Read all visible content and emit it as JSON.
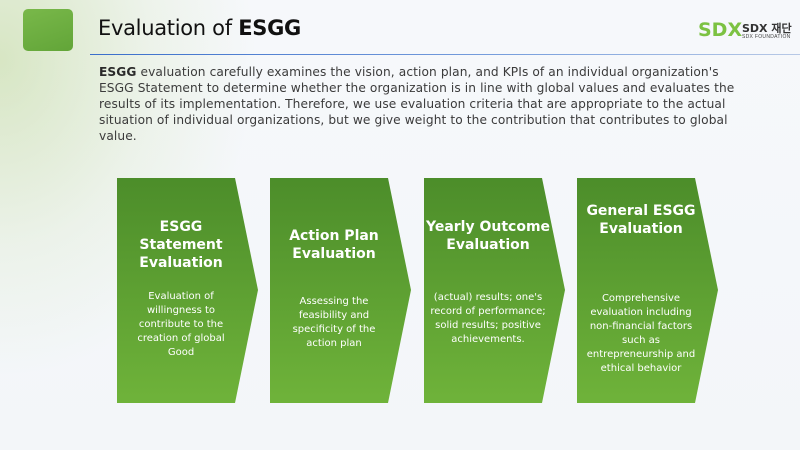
{
  "header": {
    "title_prefix": "Evaluation of",
    "title_bold": "ESGG",
    "brand_mark": "SDX",
    "brand_name": "SDX 재단",
    "brand_sub": "SDX FOUNDATION"
  },
  "intro": {
    "lead": "ESGG",
    "text": " evaluation carefully examines the vision, action plan, and KPIs of an individual organization's ESGG Statement to determine whether the organization is in line with global values and evaluates the results of its implementation.  Therefore, we use evaluation criteria that are appropriate to the actual situation of individual organizations, but we give weight to the contribution that contributes to global value."
  },
  "colors": {
    "card_top": "#4c8d2a",
    "card_bottom": "#6fb33a",
    "accent": "#7cc242"
  },
  "cards": [
    {
      "title": "ESGG Statement Evaluation",
      "desc": "Evaluation of willingness to contribute to the creation of global Good"
    },
    {
      "title": "Action Plan Evaluation",
      "desc": "Assessing the feasibility and specificity of the action plan"
    },
    {
      "title": "Yearly Outcome Evaluation",
      "desc": "(actual) results; one's record of performance; solid results; positive achievements."
    },
    {
      "title": "General ESGG Evaluation",
      "desc": "Comprehensive evaluation including non-financial factors such as entrepreneurship and ethical behavior"
    }
  ]
}
